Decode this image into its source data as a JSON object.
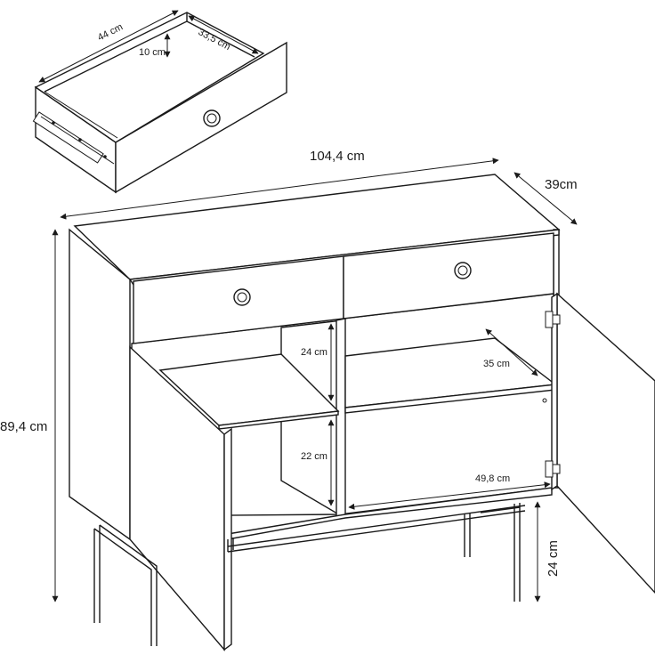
{
  "dimensions": {
    "width": "104,4 cm",
    "depth": "39cm",
    "height": "89,4 cm",
    "leg_height": "24 cm",
    "upper_shelf_height": "24 cm",
    "lower_shelf_height": "22 cm",
    "shelf_depth": "35 cm",
    "inner_width": "49,8 cm"
  },
  "drawer": {
    "length": "44 cm",
    "width": "33,5 cm",
    "height": "10 cm"
  }
}
